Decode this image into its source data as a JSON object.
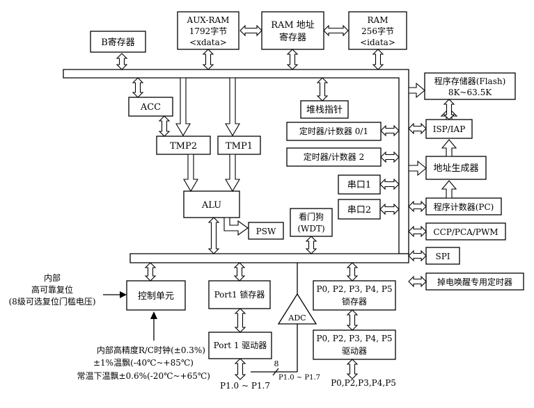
{
  "blocks": {
    "b_reg": "B寄存器",
    "aux_ram": [
      "AUX-RAM",
      "1792字节",
      "<xdata>"
    ],
    "ram_addr": [
      "RAM 地址",
      "寄存器"
    ],
    "ram": [
      "RAM",
      "256字节",
      "<idata>"
    ],
    "flash": [
      "程序存储器(Flash)",
      "8K~63.5K"
    ],
    "acc": "ACC",
    "stack": "堆栈指针",
    "tmp2": "TMP2",
    "tmp1": "TMP1",
    "timer01": "定时器/计数器 0/1",
    "timer2": "定时器/计数器 2",
    "isp": "ISP/IAP",
    "addr_gen": "地址生成器",
    "uart1": "串口1",
    "uart2": "串口2",
    "alu": "ALU",
    "pc": "程序计数器(PC)",
    "psw": "PSW",
    "wdt": [
      "看门狗",
      "(WDT)"
    ],
    "ccp": "CCP/PCA/PWM",
    "spi": "SPI",
    "wake_timer": "掉电唤醒专用定时器",
    "control": "控制单元",
    "port1_latch": "Port1 锁存器",
    "p0_latch": [
      "P0, P2, P3, P4, P5",
      "锁存器"
    ],
    "port1_driver": "Port 1 驱动器",
    "p0_driver": [
      "P0, P2, P3, P4, P5",
      "驱动器"
    ],
    "adc": "ADC"
  },
  "labels": {
    "reset": [
      "内部",
      "高可靠复位",
      "(8级可选复位门槛电压)"
    ],
    "clock": [
      "内部高精度R/C时钟(±0.3%)",
      "±1%温飘(-40℃~+85℃)",
      "常温下温飘±0.6%(-20℃~+65℃)"
    ],
    "p1_pins": "P1.0 ~ P1.7",
    "adc_pins": "P1.0 ~ P1.7",
    "bus_width": "8",
    "p0_pins": "P0,P2,P3,P4,P5"
  }
}
